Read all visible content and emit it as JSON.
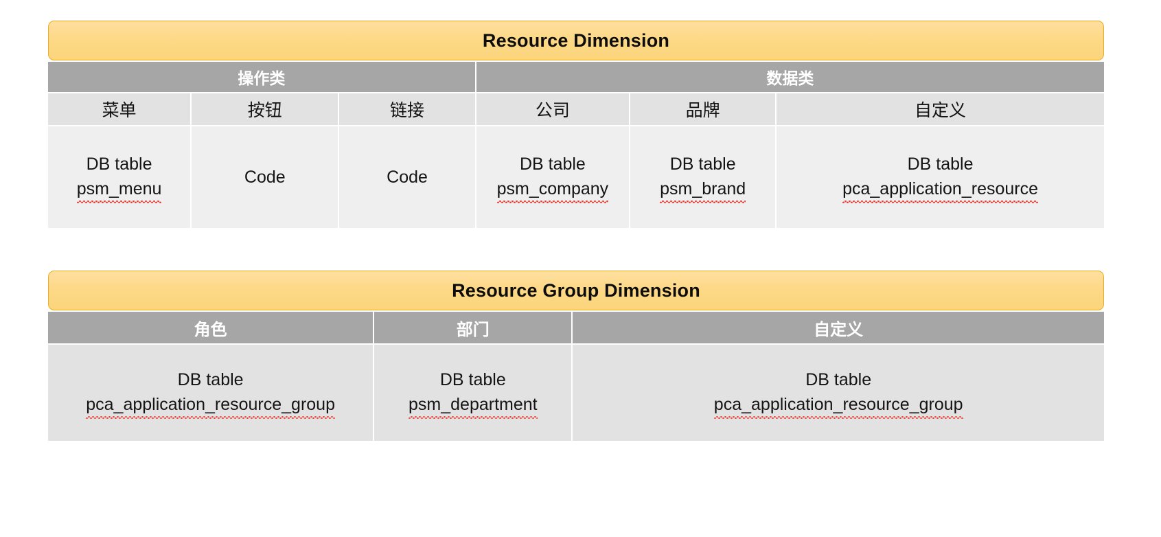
{
  "theme": {
    "title_gradient_top": "#fedfa0",
    "title_gradient_bottom": "#fcd57c",
    "title_border": "#eeac20",
    "group_header_bg": "#a6a6a6",
    "sub_header_bg": "#e2e2e2",
    "data_cell_bg": "#efefef",
    "data_cell_bg_alt": "#e2e2e2",
    "spellcheck_underline": "#e8352b",
    "text_dark": "#111111",
    "text_light": "#ffffff",
    "page_bg": "#ffffff"
  },
  "tables": [
    {
      "id": "resource-dimension",
      "title": "Resource Dimension",
      "groups": [
        {
          "label": "操作类",
          "span": 3
        },
        {
          "label": "数据类",
          "span": 3
        }
      ],
      "columns": [
        {
          "label": "菜单",
          "width": 13.6
        },
        {
          "label": "按钮",
          "width": 14.0
        },
        {
          "label": "链接",
          "width": 12.9
        },
        {
          "label": "公司",
          "width": 14.6
        },
        {
          "label": "品牌",
          "width": 14.6
        },
        {
          "label": "自定义",
          "width": 30.3
        }
      ],
      "rows": [
        {
          "cells": [
            {
              "line1": "DB table",
              "line2": "psm_menu",
              "spellcheck": true
            },
            {
              "line1": "Code",
              "line2": "",
              "spellcheck": false
            },
            {
              "line1": "Code",
              "line2": "",
              "spellcheck": false
            },
            {
              "line1": "DB table",
              "line2": "psm_company",
              "spellcheck": true
            },
            {
              "line1": "DB table",
              "line2": "psm_brand",
              "spellcheck": true
            },
            {
              "line1": "DB table",
              "line2": "pca_application_resource",
              "spellcheck": true
            }
          ]
        }
      ]
    },
    {
      "id": "resource-group-dimension",
      "title": "Resource Group Dimension",
      "groups": [],
      "columns": [
        {
          "label": "角色",
          "width": 30.9
        },
        {
          "label": "部门",
          "width": 18.8
        },
        {
          "label": "自定义",
          "width": 50.3
        }
      ],
      "rows": [
        {
          "cells": [
            {
              "line1": "DB table",
              "line2": "pca_application_resource_group",
              "spellcheck": true
            },
            {
              "line1": "DB table",
              "line2": "psm_department",
              "spellcheck": true
            },
            {
              "line1": "DB table",
              "line2": "pca_application_resource_group",
              "spellcheck": true
            }
          ]
        }
      ]
    }
  ]
}
